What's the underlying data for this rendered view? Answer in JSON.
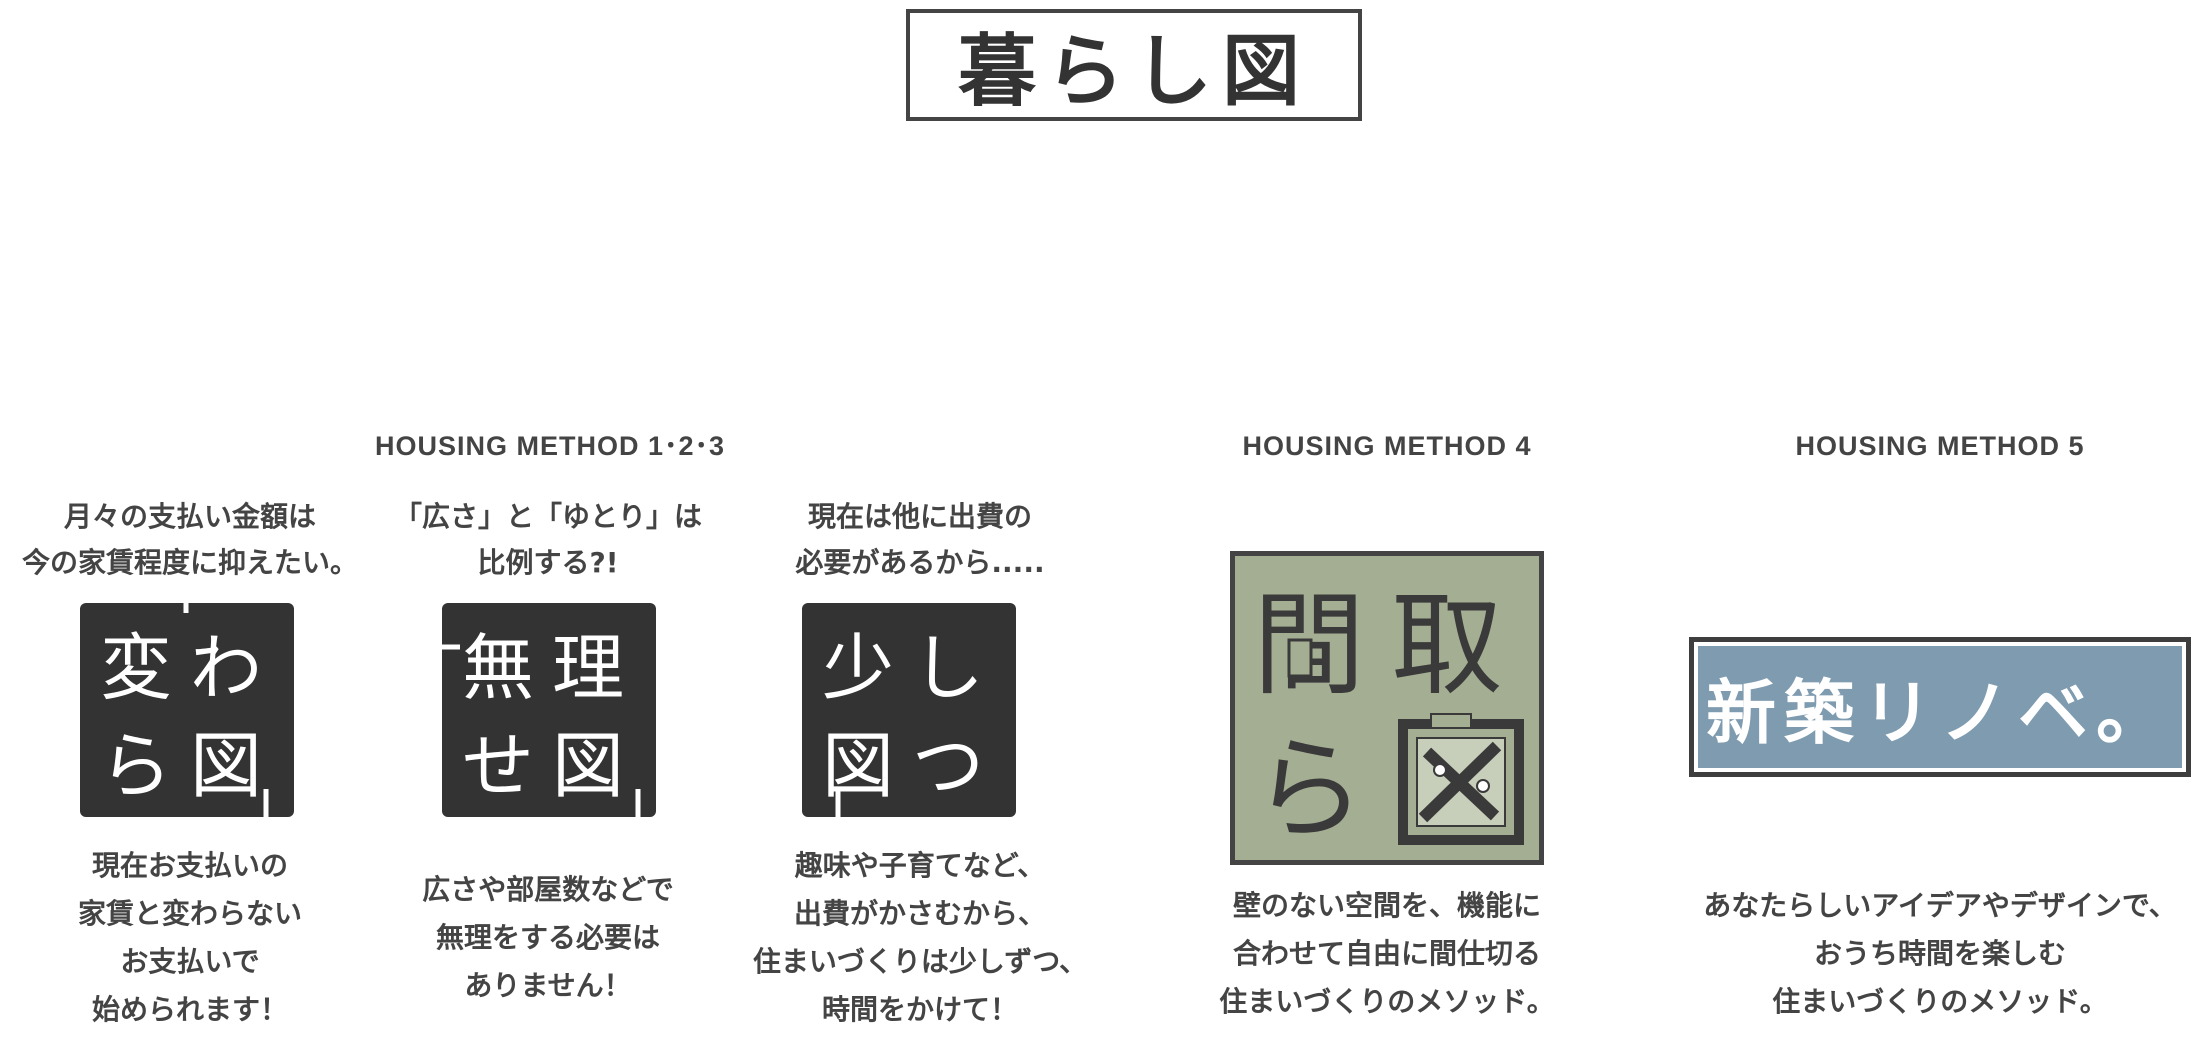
{
  "title": "暮らし図",
  "sections": {
    "method123": "HOUSING METHOD 1･2･3",
    "method4": "HOUSING METHOD 4",
    "method5": "HOUSING METHOD 5"
  },
  "methods": [
    {
      "caption": [
        "月々の支払い金額は",
        "今の家賃程度に抑えたい。"
      ],
      "logo_chars": [
        "変",
        "わ",
        "ら",
        "図"
      ],
      "logo_text": "変わら図",
      "desc": [
        "現在お支払いの",
        "家賃と変わらない",
        "お支払いで",
        "始められます！"
      ]
    },
    {
      "caption": [
        "「広さ」と「ゆとり」は",
        "比例する?!"
      ],
      "logo_chars": [
        "無",
        "理",
        "せ",
        "図"
      ],
      "logo_text": "無理せ図",
      "desc": [
        "広さや部屋数などで",
        "無理をする必要は",
        "ありません！"
      ]
    },
    {
      "caption": [
        "現在は他に出費の",
        "必要があるから....."
      ],
      "logo_chars": [
        "少",
        "し",
        "図",
        "つ"
      ],
      "logo_text": "少し図つ",
      "desc": [
        "趣味や子育てなど、",
        "出費がかさむから、",
        "住まいづくりは少しずつ、",
        "時間をかけて！"
      ]
    },
    {
      "logo_chars": [
        "間",
        "取",
        "ら"
      ],
      "logo_text": "間取ら図",
      "desc": [
        "壁のない空間を、機能に",
        "合わせて自由に間仕切る",
        "住まいづくりのメソッド。"
      ]
    },
    {
      "logo_text": "新築リノベ。",
      "desc": [
        "あなたらしいアイデアやデザインで、",
        "おうち時間を楽しむ",
        "住まいづくりのメソッド。"
      ]
    }
  ],
  "colors": {
    "tile": "#333333",
    "madori_bg": "#a4ae93",
    "shinchiku_bg": "#7e9bb0",
    "text": "#444444"
  }
}
